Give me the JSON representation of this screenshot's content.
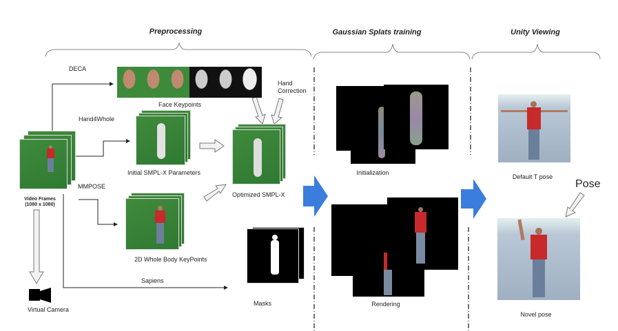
{
  "sections": {
    "preprocessing": "Preprocessing",
    "gaussian": "Gaussian Splats training",
    "unity": "Unity Viewing"
  },
  "labels": {
    "deca": "DECA",
    "face_keypoints": "Face Keypoints",
    "hand_correction_1": "Hand",
    "hand_correction_2": "Correction",
    "hand4whole": "Hand4Whole",
    "initial_smplx": "Initial SMPL-X Parameters",
    "optimized_smplx": "Optimized SMPL-X",
    "mmpose": "MMPOSE",
    "body_keypoints": "2D Whole Body KeyPoints",
    "video_frames_1": "Video Frames",
    "video_frames_2": "(1080 x 1080)",
    "sapiens": "Sapiens",
    "masks": "Masks",
    "virtual_camera": "Virtual Camera",
    "initialization": "Initialization",
    "rendering": "Rendering",
    "default_t_pose": "Default T pose",
    "novel_pose": "Novel pose",
    "pose": "Pose"
  },
  "colors": {
    "flow_arrow": "#3b7ddd",
    "green_screen": "#3a8638",
    "shirt": "#c62a2a"
  }
}
